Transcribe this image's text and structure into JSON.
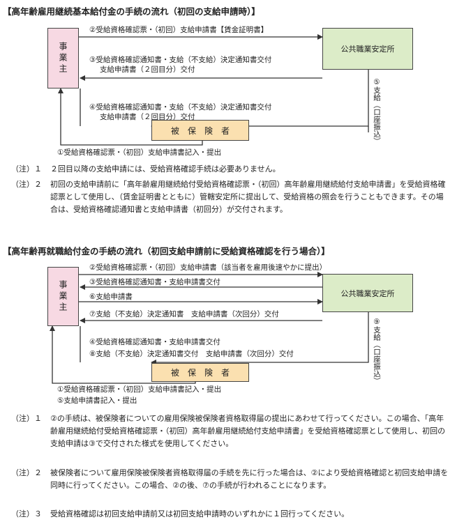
{
  "d1": {
    "title": "【高年齢雇用継続基本給付金の手続の流れ（初回の支給申請時）】",
    "employer": "事業主",
    "office": "公共職業安定所",
    "insured": "被　保　険　者",
    "arrow2": "②受給資格確認票・（初回）支給申請書【賃金証明書】",
    "arrow3a": "③受給資格確認通知書・支給（不支給）決定通知書交付",
    "arrow3b": "支給申請書（２回目分）交付",
    "arrow4a": "④受給資格確認通知書・支給（不支給）決定通知書交付",
    "arrow4b": "支給申請書（２回目分）交付",
    "arrow5": "⑤支給（口座振込）",
    "arrow1": "①受給資格確認票・（初回）支給申請書記入・提出"
  },
  "notes1": [
    {
      "label": "（注）１",
      "text": "２回目以降の支給申請には、受給資格確認手続は必要ありません。"
    },
    {
      "label": "（注）２",
      "text": "初回の支給申請前に「高年齢雇用継続給付受給資格確認票・（初回）高年齢雇用継続給付支給申請書」を受給資格確認票として使用し、（賃金証明書とともに）管轄安定所に提出して、受給資格の照会を行うこともできます。その場合は、受給資格確認通知書と支給申請書（初回分）が交付されます。"
    }
  ],
  "d2": {
    "title": "【高年齢再就職給付金の手続の流れ（初回支給申請前に受給資格確認を行う場合）】",
    "employer": "事業主",
    "office": "公共職業安定所",
    "insured": "被　保　険　者",
    "arrow2": "②受給資格確認票・（初回）支給申請書（該当者を雇用後速やかに提出）",
    "arrow3": "③受給資格確認通知書・支給申請書交付",
    "arrow6": "⑥支給申請書",
    "arrow7": "⑦支給（不支給）決定通知書　支給申請書（次回分）交付",
    "arrow9": "⑨支給（口座振込）",
    "arrow4": "④受給資格確認通知書・支給申請書交付",
    "arrow8": "⑧支給（不支給）決定通知書交付　支給申請書（次回分）交付",
    "arrow1": "①受給資格確認票・（初回）支給申請書記入・提出",
    "arrow5": "⑤支給申請書記入・提出"
  },
  "notes2": [
    {
      "label": "（注）１",
      "text": "②の手続は、被保険者についての雇用保険被保険者資格取得届の提出にあわせて行ってください。この場合、「高年齢雇用継続給付受給資格確認票・（初回）高年齢雇用継続給付支給申請書」を受給資格確認票として使用し、初回の支給申請は③で交付された様式を使用してください。"
    },
    {
      "label": "（注）２",
      "text": "被保険者について雇用保険被保険者資格取得届の手続を先に行った場合は、②により受給資格確認と初回支給申請を同時に行ってください。この場合、②の後、⑦の手続が行われることになります。"
    },
    {
      "label": "（注）３",
      "text": "受給資格確認は初回支給申請前又は初回支給申請時のいずれかに１回行ってください。"
    }
  ]
}
